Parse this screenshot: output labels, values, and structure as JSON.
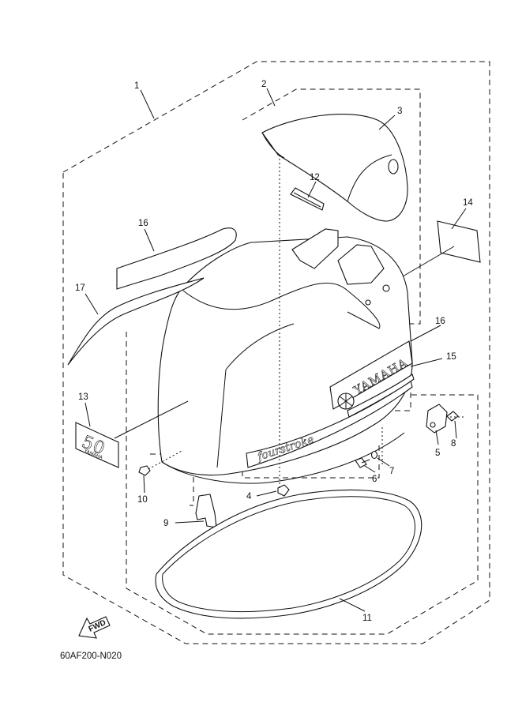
{
  "diagram": {
    "reference_code": "60AF200-N020",
    "forward_arrow_label": "FWD",
    "decal_brand_text": "YAMAHA",
    "decal_script_text": "fourstroke",
    "badge_text": "50",
    "badge_small_text": "YAMAHA",
    "callouts": [
      {
        "id": "c1",
        "label": "1"
      },
      {
        "id": "c2",
        "label": "2"
      },
      {
        "id": "c3",
        "label": "3"
      },
      {
        "id": "c4",
        "label": "4"
      },
      {
        "id": "c5",
        "label": "5"
      },
      {
        "id": "c6",
        "label": "6"
      },
      {
        "id": "c7",
        "label": "7"
      },
      {
        "id": "c8",
        "label": "8"
      },
      {
        "id": "c9",
        "label": "9"
      },
      {
        "id": "c10",
        "label": "10"
      },
      {
        "id": "c11",
        "label": "11"
      },
      {
        "id": "c12",
        "label": "12"
      },
      {
        "id": "c13",
        "label": "13"
      },
      {
        "id": "c14",
        "label": "14"
      },
      {
        "id": "c15",
        "label": "15"
      },
      {
        "id": "c16a",
        "label": "16"
      },
      {
        "id": "c16b",
        "label": "16"
      },
      {
        "id": "c17",
        "label": "17"
      }
    ]
  }
}
